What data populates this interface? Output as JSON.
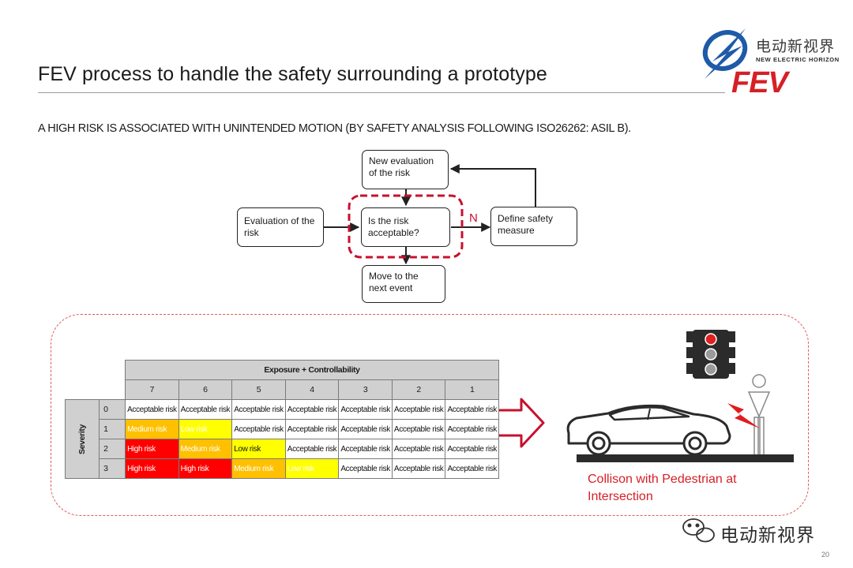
{
  "header": {
    "title": "FEV process to handle the safety surrounding a prototype",
    "logo_cn": "电动新视界",
    "logo_en": "NEW ELECTRIC HORIZON",
    "logo_fev": "FEV"
  },
  "subtitle": "A HIGH RISK IS ASSOCIATED WITH UNINTENDED MOTION (BY SAFETY ANALYSIS FOLLOWING ISO26262: ASIL B).",
  "flowchart": {
    "evaluation": "Evaluation of the risk",
    "new_evaluation": "New evaluation of the risk",
    "is_acceptable": "Is the risk acceptable?",
    "define_measure": "Define safety measure",
    "next_event": "Move to the next event",
    "no_label": "N"
  },
  "matrix": {
    "header": "Exposure + Controllability",
    "severity_label": "Severity",
    "columns": [
      "7",
      "6",
      "5",
      "4",
      "3",
      "2",
      "1"
    ],
    "rows": [
      {
        "severity": "0",
        "cells": [
          "Acceptable risk",
          "Acceptable risk",
          "Acceptable risk",
          "Acceptable risk",
          "Acceptable risk",
          "Acceptable risk",
          "Acceptable risk"
        ]
      },
      {
        "severity": "1",
        "cells": [
          "Medium risk",
          "Low risk",
          "Acceptable risk",
          "Acceptable risk",
          "Acceptable risk",
          "Acceptable risk",
          "Acceptable risk"
        ]
      },
      {
        "severity": "2",
        "cells": [
          "High risk",
          "Medium risk",
          "Low risk",
          "Acceptable risk",
          "Acceptable risk",
          "Acceptable risk",
          "Acceptable risk"
        ]
      },
      {
        "severity": "3",
        "cells": [
          "High risk",
          "High risk",
          "Medium risk",
          "Low risk",
          "Acceptable risk",
          "Acceptable risk",
          "Acceptable risk"
        ]
      }
    ],
    "colors": {
      "acceptable": "#ffffff",
      "low": "#ffff00",
      "medium": "#ffc000",
      "high": "#ff0000"
    }
  },
  "scene": {
    "caption_line1": "Collison with Pedestrian at",
    "caption_line2": "Intersection",
    "icons": [
      "traffic-light-icon",
      "car-icon",
      "pedestrian-icon",
      "lightning-icon",
      "arrow-right-icon"
    ]
  },
  "footer": {
    "wechat_text": "电动新视界",
    "page_number": "20"
  },
  "colors": {
    "accent": "#d61f26",
    "brand_blue": "#1e5aa8"
  }
}
